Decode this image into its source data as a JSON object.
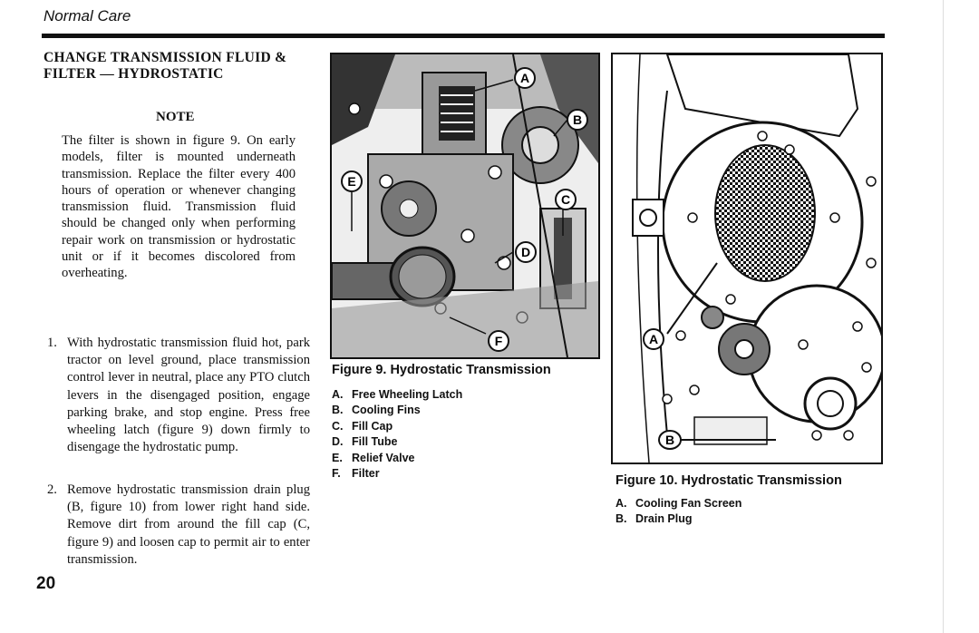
{
  "header": {
    "section": "Normal Care"
  },
  "section_title": "CHANGE TRANSMISSION FLUID & FILTER — HYDROSTATIC",
  "note": {
    "title": "NOTE",
    "body": "The filter is shown in figure 9. On early models, filter is mounted underneath transmission. Replace the filter every 400 hours of operation or whenever changing transmission fluid. Transmission fluid should be changed only when performing repair work on transmission or hydrostatic unit or if it becomes discolored from overheating."
  },
  "steps": [
    {
      "num": "1.",
      "text": "With hydrostatic transmission fluid hot, park tractor on level ground, place transmission control lever in neutral, place any PTO clutch levers in the disengaged position, engage parking brake, and stop engine. Press free wheeling latch (figure 9) down firmly to disengage the hydrostatic pump."
    },
    {
      "num": "2.",
      "text": "Remove hydrostatic transmission drain plug (B, figure 10) from lower right hand side. Remove dirt from around the fill cap (C, figure 9) and loosen cap to permit air to enter transmission."
    }
  ],
  "page_number": "20",
  "figure9": {
    "caption": "Figure 9. Hydrostatic Transmission",
    "callouts": [
      "A",
      "B",
      "C",
      "D",
      "E",
      "F"
    ],
    "legend": [
      {
        "key": "A.",
        "label": "Free Wheeling Latch"
      },
      {
        "key": "B.",
        "label": "Cooling Fins"
      },
      {
        "key": "C.",
        "label": "Fill Cap"
      },
      {
        "key": "D.",
        "label": "Fill Tube"
      },
      {
        "key": "E.",
        "label": "Relief Valve"
      },
      {
        "key": "F.",
        "label": "Filter"
      }
    ]
  },
  "figure10": {
    "caption": "Figure 10. Hydrostatic Transmission",
    "callouts": [
      "A",
      "B"
    ],
    "legend": [
      {
        "key": "A.",
        "label": "Cooling Fan Screen"
      },
      {
        "key": "B.",
        "label": "Drain Plug"
      }
    ]
  }
}
